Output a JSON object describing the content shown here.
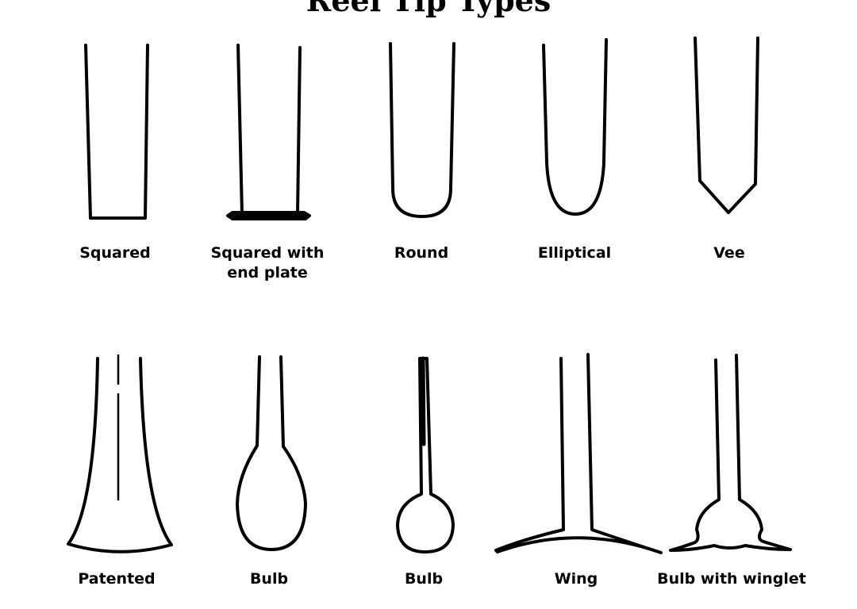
{
  "title": "Reel Tip Types",
  "tips": [
    {
      "label": "Squared"
    },
    {
      "label": "Squared with end plate"
    },
    {
      "label": "Round"
    },
    {
      "label": "Elliptical"
    },
    {
      "label": "Vee"
    },
    {
      "label": "Patented"
    },
    {
      "label": "Bulb"
    },
    {
      "label": "Bulb"
    },
    {
      "label": "Wing"
    },
    {
      "label": "Bulb with winglet"
    }
  ],
  "colors": {
    "stroke": "#000000",
    "background": "#ffffff"
  }
}
